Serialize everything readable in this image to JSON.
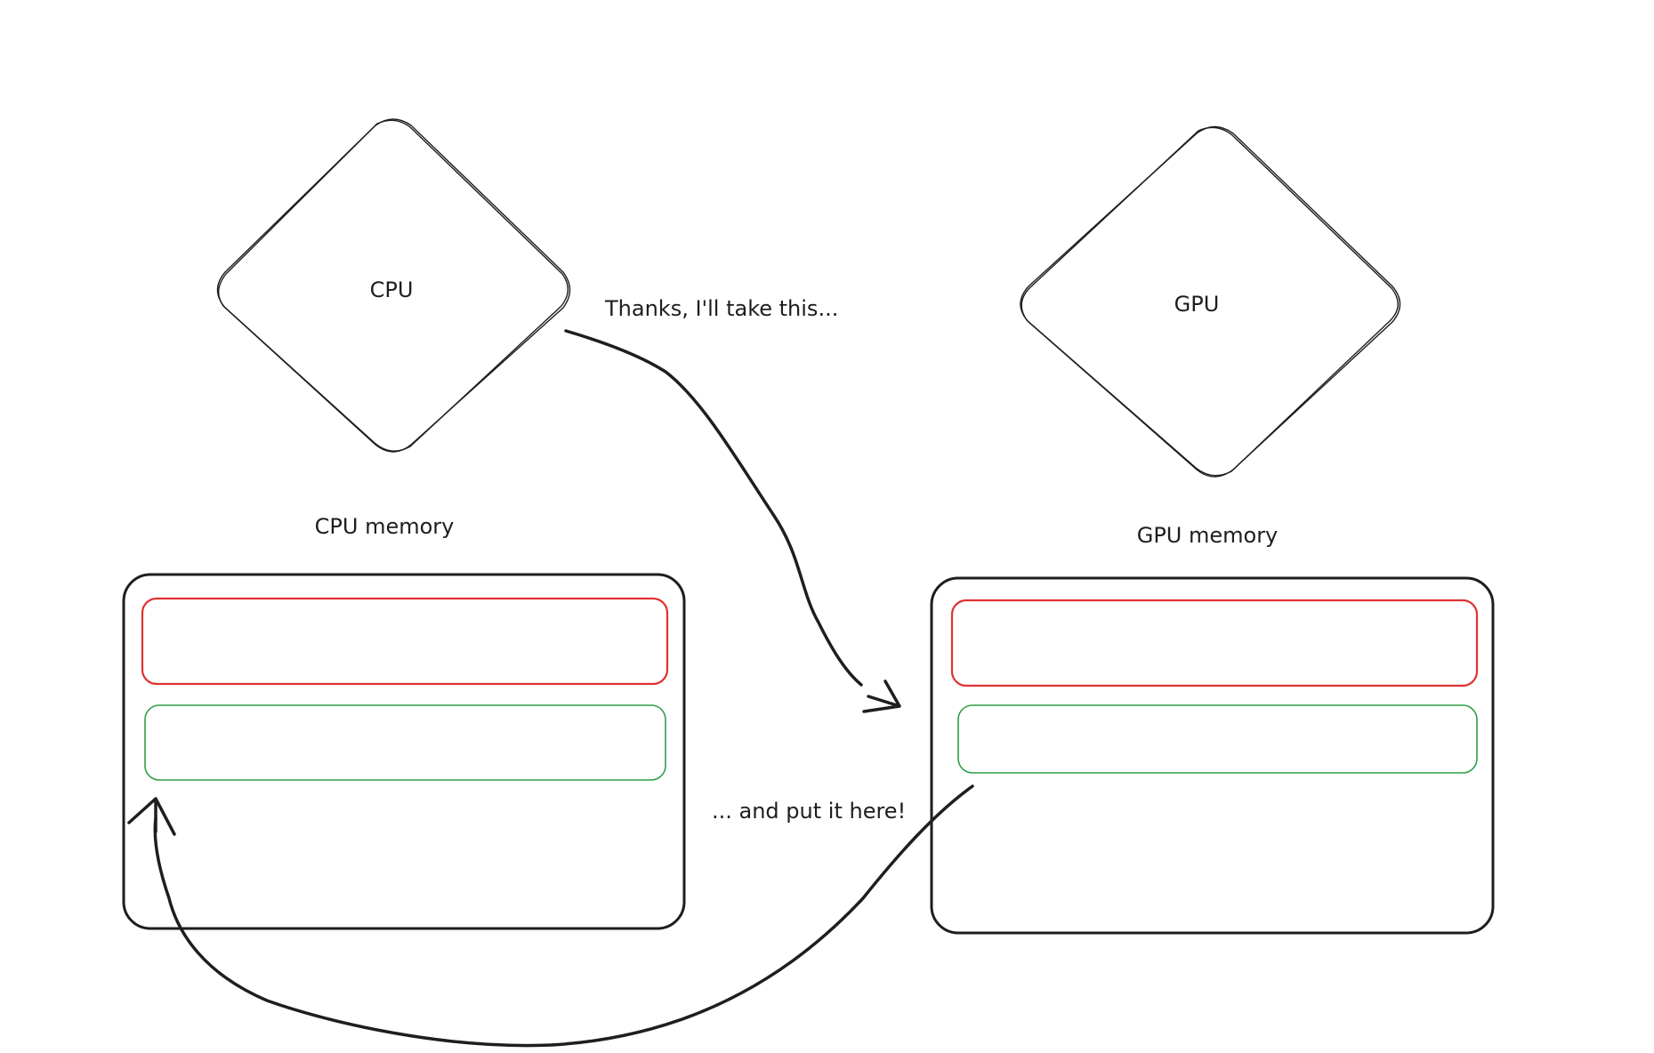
{
  "nodes": {
    "cpu": {
      "label": "CPU"
    },
    "gpu": {
      "label": "GPU"
    }
  },
  "memory": {
    "cpu": {
      "label": "CPU memory"
    },
    "gpu": {
      "label": "GPU memory"
    }
  },
  "annotations": {
    "take": "Thanks, I'll take this...",
    "put": "... and put it here!"
  },
  "colors": {
    "stroke": "#1e1e1e",
    "block_red": "#e03131",
    "block_green": "#2f9e44",
    "background": "#ffffff"
  }
}
